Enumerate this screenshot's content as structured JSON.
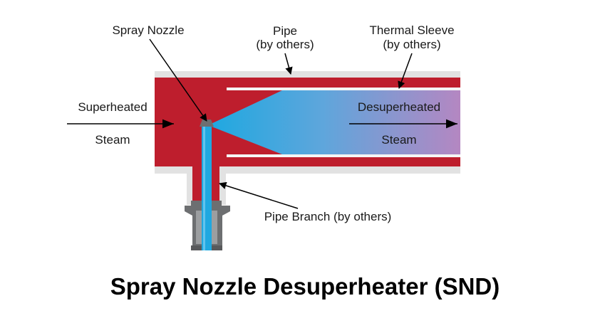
{
  "title": "Spray Nozzle Desuperheater (SND)",
  "labels": {
    "spray_nozzle": "Spray Nozzle",
    "pipe_line1": "Pipe",
    "pipe_line2": "(by others)",
    "thermal_sleeve_line1": "Thermal Sleeve",
    "thermal_sleeve_line2": "(by others)",
    "inlet_line1": "Superheated",
    "inlet_line2": "Steam",
    "outlet_line1": "Desuperheated",
    "outlet_line2": "Steam",
    "pipe_branch": "Pipe Branch (by others)"
  },
  "colors": {
    "steam_red": "#be1e2d",
    "pipe_wall_gray": "#e2e2e2",
    "spray_blue": "#1fa8e0",
    "outlet_purple": "#b487c2",
    "nozzle_gray": "#6d6f71",
    "sleeve_white": "#f5f5f5"
  }
}
